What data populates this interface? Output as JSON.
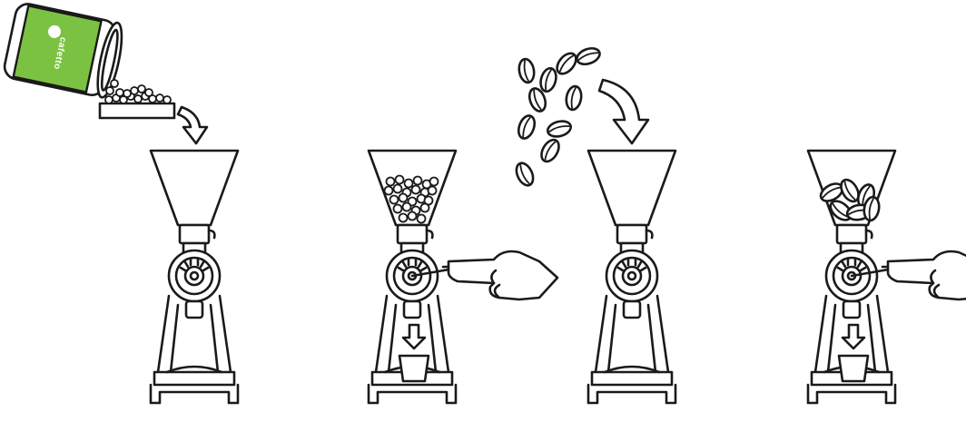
{
  "brand": {
    "label": "cafetto",
    "accent_color": "#7cc242",
    "line_color": "#1a1a1a"
  },
  "steps": [
    {
      "id": "step-1",
      "action": "pour-cleaning-tablets",
      "icons": [
        "cleaner-container-icon",
        "tablets-cup-icon",
        "down-arrow-icon",
        "grinder-icon"
      ]
    },
    {
      "id": "step-2",
      "action": "grind-tablets",
      "icons": [
        "grinder-icon",
        "hand-icon",
        "dose-arrow-icon",
        "cup-icon"
      ]
    },
    {
      "id": "step-3",
      "action": "add-coffee-beans",
      "icons": [
        "coffee-beans-icon",
        "curved-arrow-icon",
        "grinder-icon"
      ]
    },
    {
      "id": "step-4",
      "action": "grind-beans",
      "icons": [
        "grinder-icon",
        "hand-icon",
        "dose-arrow-icon",
        "cup-icon"
      ]
    }
  ]
}
